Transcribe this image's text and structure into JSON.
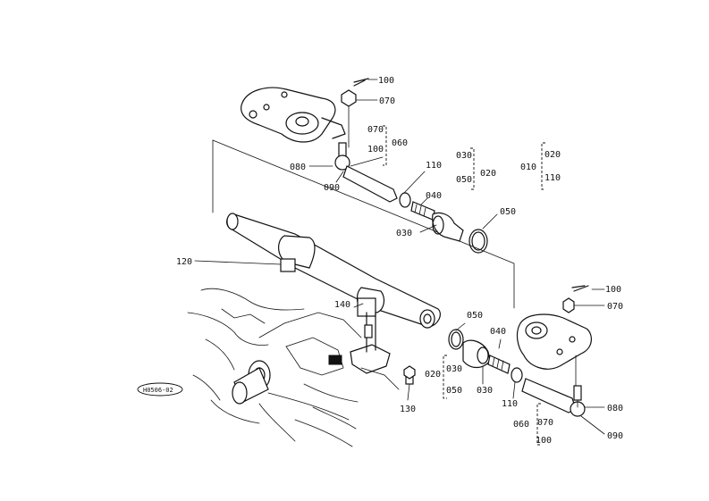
{
  "diagram": {
    "ref_code": "H0506-02",
    "labels": {
      "l100a": "100",
      "l070a": "070",
      "l070b": "070",
      "l100b": "100",
      "l060a": "060",
      "l080a": "080",
      "l090a": "090",
      "l110a": "110",
      "l040a": "040",
      "l030a": "030",
      "l050a": "050",
      "l020a": "020",
      "l030b": "030",
      "l050b": "050",
      "l010": "010",
      "l020b": "020",
      "l110b": "110",
      "l120": "120",
      "l140": "140",
      "l050c": "050",
      "l040b": "040",
      "l020c": "020",
      "l030c": "030",
      "l050d": "050",
      "l030d": "030",
      "l110c": "110",
      "l130": "130",
      "l100c": "100",
      "l070c": "070",
      "l080b": "080",
      "l090b": "090",
      "l060b": "060",
      "l070d": "070",
      "l100d": "100"
    }
  }
}
